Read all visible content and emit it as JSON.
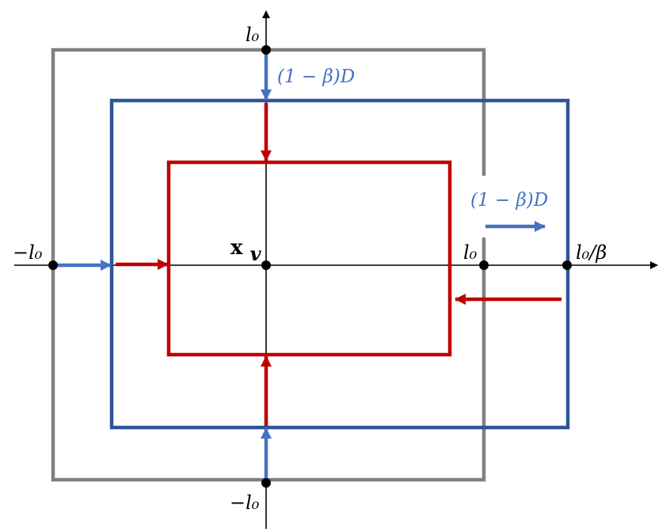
{
  "colors": {
    "gray_box": "#808080",
    "blue_box": "#2f5597",
    "red_box": "#c00000",
    "blue_arrow": "#4472c4",
    "axis": "#000000"
  },
  "labels": {
    "top_axis": "l₀",
    "bottom_axis": "−l₀",
    "left_axis": "−l₀",
    "right_axis_inner": "l₀",
    "right_axis_outer": "l₀/β",
    "center": "x",
    "center_sub": "v",
    "top_shift": "(1 − β)D",
    "right_shift": "(1 − β)D"
  }
}
